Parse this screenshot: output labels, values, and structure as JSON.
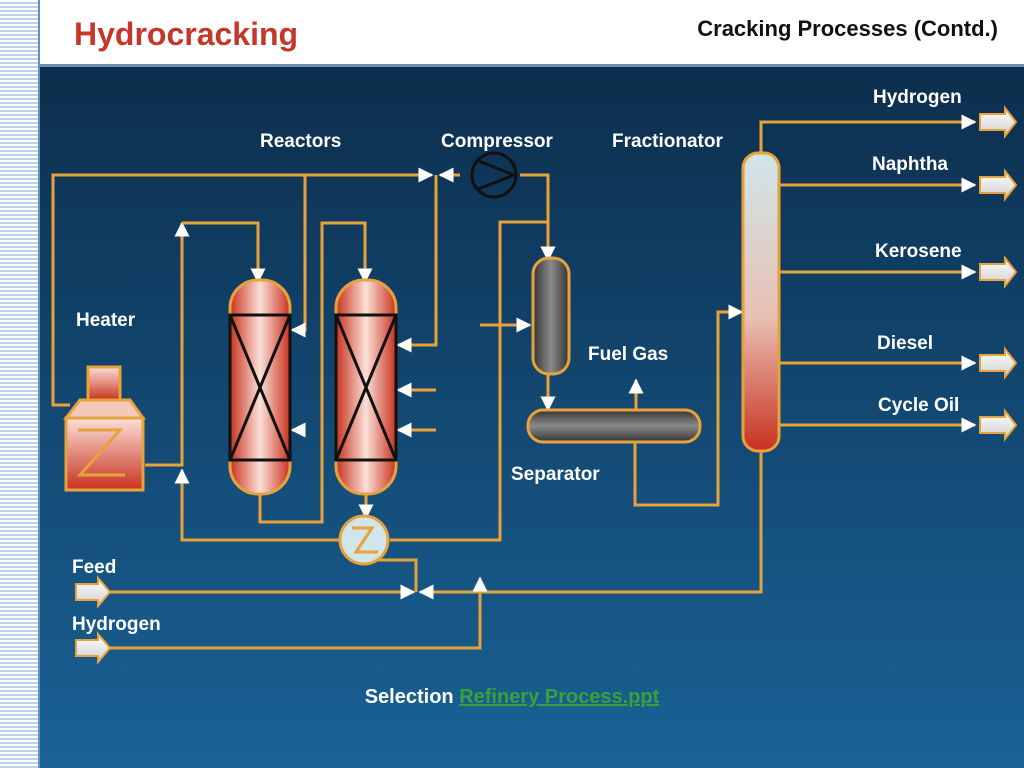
{
  "header": {
    "title": "Hydrocracking",
    "subtitle": "Cracking Processes (Contd.)"
  },
  "labels": {
    "reactors": "Reactors",
    "compressor": "Compressor",
    "fractionator": "Fractionator",
    "heater": "Heater",
    "fuel_gas": "Fuel Gas",
    "separator": "Separator",
    "feed": "Feed",
    "hydrogen_in": "Hydrogen"
  },
  "products": [
    "Hydrogen",
    "Naphtha",
    "Kerosene",
    "Diesel",
    "Cycle Oil"
  ],
  "footer": {
    "prefix": "Selection ",
    "link_text": "Refinery Process.ppt"
  },
  "colors": {
    "pipe": "#e8a23a",
    "title": "#c6372a",
    "link": "#3aa03a"
  }
}
